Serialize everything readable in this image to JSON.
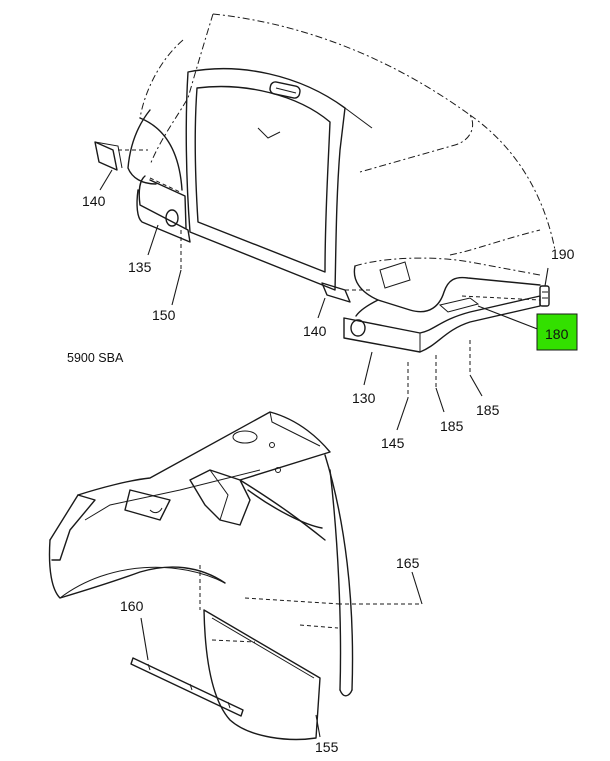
{
  "figure_code": "5900 SBA",
  "highlight_color": "#33e000",
  "callouts": {
    "c140a": "140",
    "c135": "135",
    "c150": "150",
    "c140b": "140",
    "c190": "190",
    "c180": "180",
    "c130": "130",
    "c145": "145",
    "c185a": "185",
    "c185b": "185",
    "c165": "165",
    "c160": "160",
    "c155": "155"
  }
}
